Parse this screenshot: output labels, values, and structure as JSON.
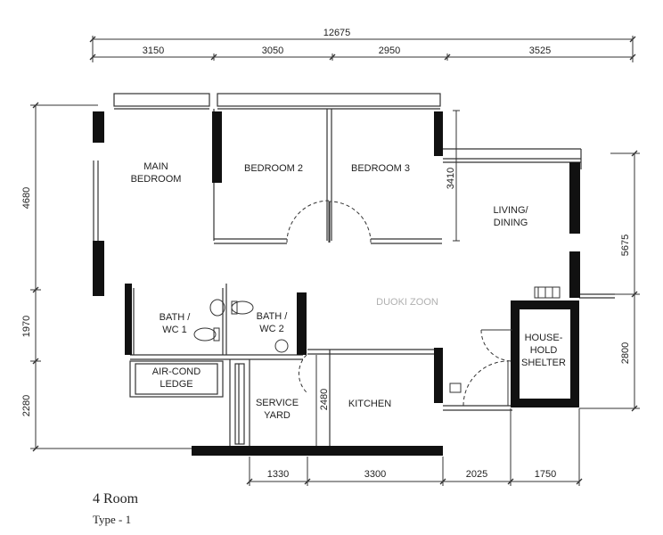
{
  "title": "4 Room",
  "subtitle": "Type - 1",
  "overall_dimension": "12675",
  "top_dimensions": [
    "3150",
    "3050",
    "2950",
    "3525"
  ],
  "bottom_dimensions": [
    "1330",
    "3300",
    "2025",
    "1750"
  ],
  "left_dimensions": [
    "4680",
    "1970",
    "2280"
  ],
  "right_dimensions": [
    "5675",
    "2800"
  ],
  "inner_dimensions": [
    "3410",
    "2480"
  ],
  "rooms": {
    "main_bedroom": [
      "MAIN",
      "BEDROOM"
    ],
    "bedroom2": "BEDROOM 2",
    "bedroom3": "BEDROOM 3",
    "living_dining": [
      "LIVING/",
      "DINING"
    ],
    "bath_wc1": [
      "BATH /",
      "WC 1"
    ],
    "bath_wc2": [
      "BATH /",
      "WC 2"
    ],
    "household_shelter": [
      "HOUSE-",
      "HOLD",
      "SHELTER"
    ],
    "aircon_ledge": [
      "AIR-COND",
      "LEDGE"
    ],
    "service_yard": [
      "SERVICE",
      "YARD"
    ],
    "kitchen": "KITCHEN"
  },
  "watermark": "DUOKI ZOON",
  "colors": {
    "wall": "#111111",
    "line": "#333333",
    "text": "#222222"
  }
}
